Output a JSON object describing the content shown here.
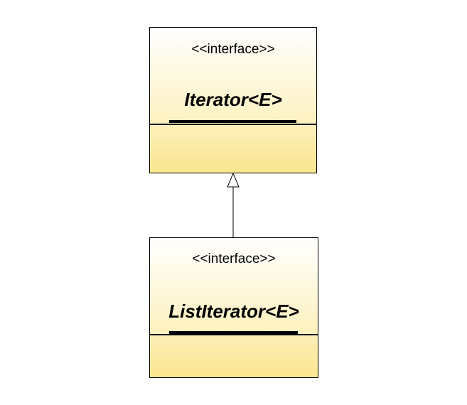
{
  "diagram": {
    "classes": [
      {
        "stereotype": "<<interface>>",
        "name": "Iterator<E>"
      },
      {
        "stereotype": "<<interface>>",
        "name": "ListIterator<E>"
      }
    ],
    "relationship": {
      "type": "generalization",
      "from": "ListIterator<E>",
      "to": "Iterator<E>"
    },
    "colors": {
      "box_top": "#ffffff",
      "box_bottom": "#fbe58e",
      "stroke": "#000000"
    }
  }
}
